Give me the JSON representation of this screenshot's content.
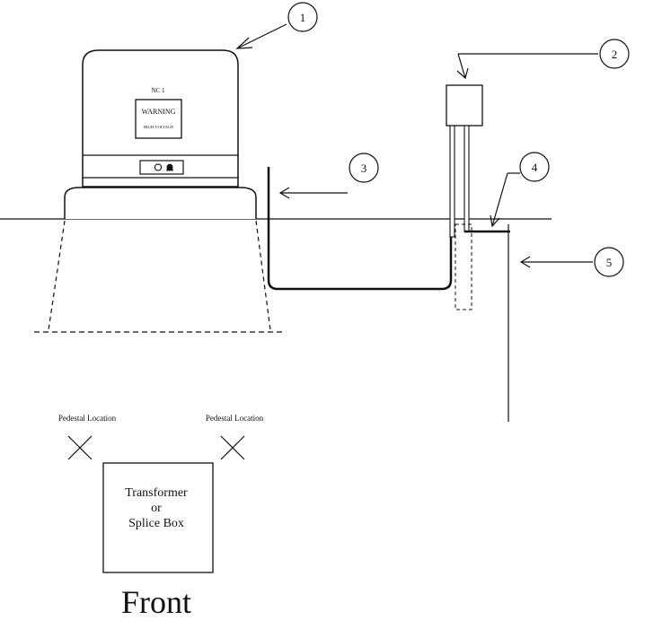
{
  "transformer": {
    "name": "NC 1",
    "warning_title": "WARNING",
    "warning_text": "HIGH VOLTAGE"
  },
  "callouts": [
    "1",
    "2",
    "3",
    "4",
    "5"
  ],
  "plan": {
    "left_pedestal_label": "Pedestal Location",
    "right_pedestal_label": "Pedestal Location",
    "box_line1": "Transformer",
    "box_line2": "or",
    "box_line3": "Splice Box",
    "front_label": "Front"
  }
}
